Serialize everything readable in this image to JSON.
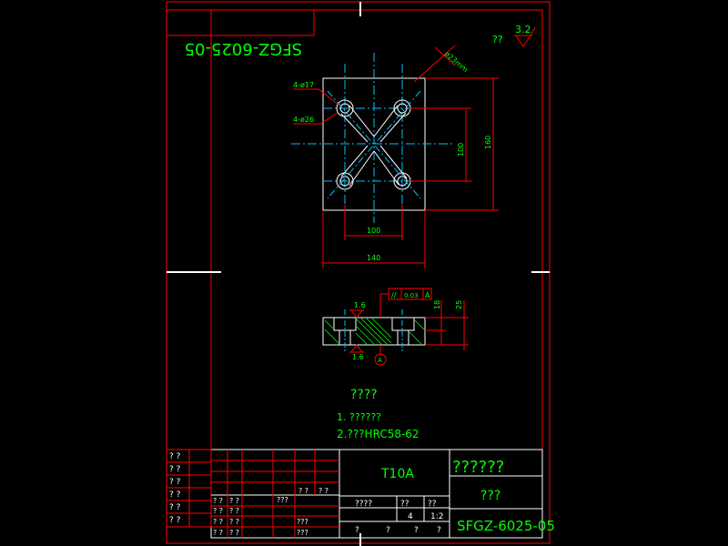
{
  "drawing": {
    "title_block_mirror": "SFGZ-6025-05",
    "roughness_top": "3.2",
    "roughness_prefix": "??",
    "plan_view": {
      "hole_small_label": "4-ø17",
      "hole_large_label": "4-ø26",
      "diag_dim": "ø23mm",
      "dim_inner_w": "100",
      "dim_outer_w": "140",
      "dim_inner_h": "100",
      "dim_outer_h": "160"
    },
    "section_view": {
      "rough_top": "1.6",
      "rough_bottom": "1.6",
      "tolerance_sym": "//",
      "tolerance_val": "0.03",
      "datum": "A",
      "dim_18": "18",
      "dim_25": "25",
      "datum_circle": "A"
    },
    "notes": {
      "title": "????",
      "line1": "1. ??????",
      "line2": "2.???HRC58-62"
    },
    "title_block": {
      "material": "T10A",
      "part_name": "??????",
      "company": "???",
      "drawing_no": "SFGZ-6025-05",
      "h_qty": "????",
      "h_weight": "??",
      "h_scale": "??",
      "v_qty": "4",
      "v_scale": "1:2",
      "left_cells": [
        "? ?",
        "? ?",
        "? ?",
        "? ?",
        "? ?",
        "? ?"
      ],
      "mid_row1": [
        "? ?",
        "? ?",
        "???",
        "? ?",
        "? ?"
      ],
      "mid_row2": [
        "? ?",
        "? ?"
      ],
      "mid_row3": [
        "? ?",
        "? ?",
        "???"
      ],
      "mid_row4": [
        "? ?",
        "? ?",
        "???"
      ],
      "bottom_q": [
        "?",
        "?",
        "?",
        "?"
      ]
    }
  }
}
